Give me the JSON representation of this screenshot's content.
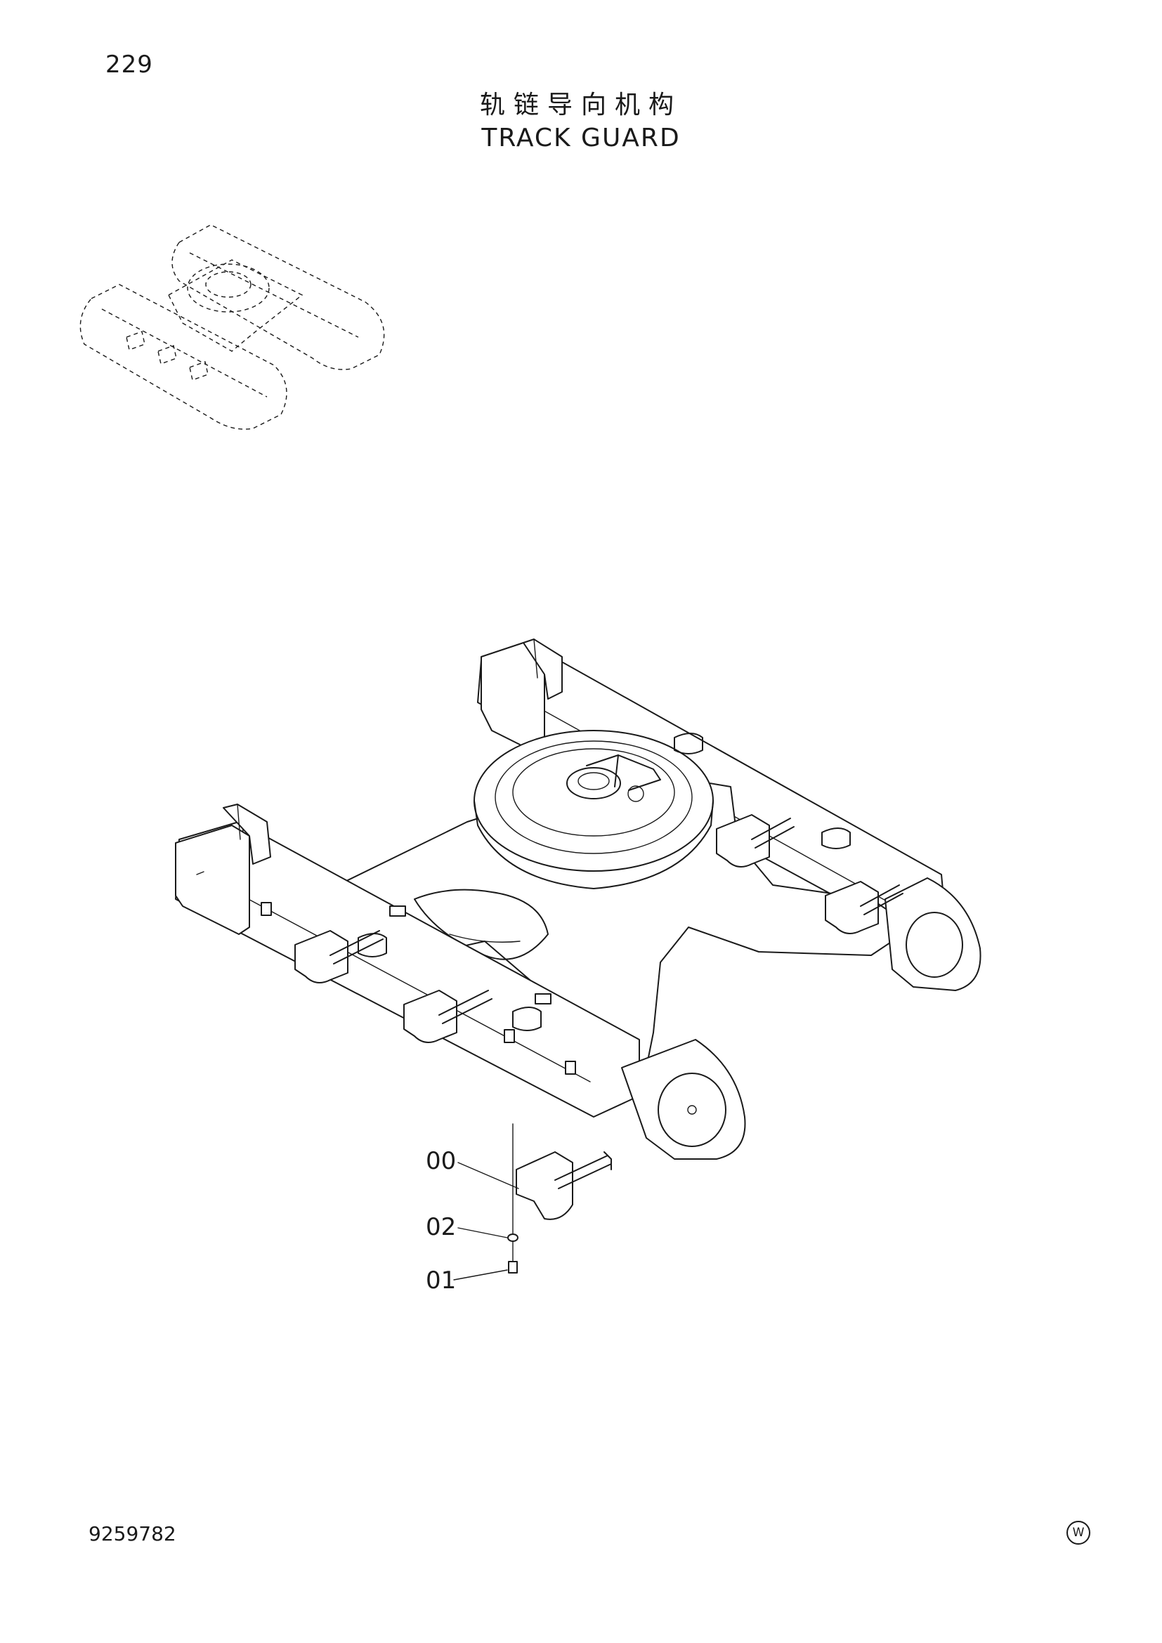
{
  "header": {
    "page_number": "229",
    "title_zh": "轨链导向机构",
    "title_en": "TRACK GUARD"
  },
  "callouts": [
    {
      "id": "c00",
      "label": "00"
    },
    {
      "id": "c02",
      "label": "02"
    },
    {
      "id": "c01",
      "label": "01"
    }
  ],
  "footer": {
    "doc_number": "9259782",
    "mark": "W"
  }
}
